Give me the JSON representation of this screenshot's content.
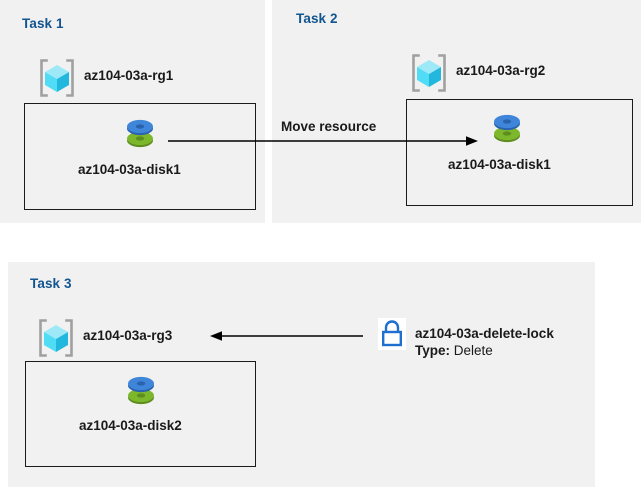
{
  "diagram": {
    "background": "#ffffff",
    "panel_background": "#f1f1f1",
    "heading_color": "#12558f",
    "text_color": "#1a1a1a",
    "line_color": "#000000",
    "panels": [
      {
        "id": "task1",
        "title": "Task 1",
        "resource_group": {
          "name": "az104-03a-rg1",
          "icon": "resource-group-icon"
        },
        "resource": {
          "name": "az104-03a-disk1",
          "icon": "managed-disk-icon"
        }
      },
      {
        "id": "task2",
        "title": "Task 2",
        "resource_group": {
          "name": "az104-03a-rg2",
          "icon": "resource-group-icon"
        },
        "resource": {
          "name": "az104-03a-disk1",
          "icon": "managed-disk-icon"
        }
      },
      {
        "id": "task3",
        "title": "Task 3",
        "resource_group": {
          "name": "az104-03a-rg3",
          "icon": "resource-group-icon"
        },
        "resource": {
          "name": "az104-03a-disk2",
          "icon": "managed-disk-icon"
        }
      }
    ],
    "connectors": [
      {
        "id": "move-resource",
        "label": "Move resource",
        "from": "az104-03a-disk1 (Task 1)",
        "to": "az104-03a-disk1 (Task 2)",
        "direction": "right"
      },
      {
        "id": "lock-applies-to-rg3",
        "label": "",
        "from": "az104-03a-delete-lock",
        "to": "az104-03a-rg3",
        "direction": "left"
      }
    ],
    "lock": {
      "icon": "lock-icon",
      "name": "az104-03a-delete-lock",
      "type_key": "Type:",
      "type_value": "Delete",
      "color": "#1f6fd0"
    },
    "icon_colors": {
      "cube_top": "#9ee9f7",
      "cube_left": "#50dcf5",
      "cube_right": "#22b8dd",
      "bracket": "#a0a0a0",
      "disk_blue": "#3f86da",
      "disk_blue_dark": "#2a63ad",
      "disk_green": "#7cb72c",
      "disk_green_dark": "#5d8d1f"
    }
  }
}
